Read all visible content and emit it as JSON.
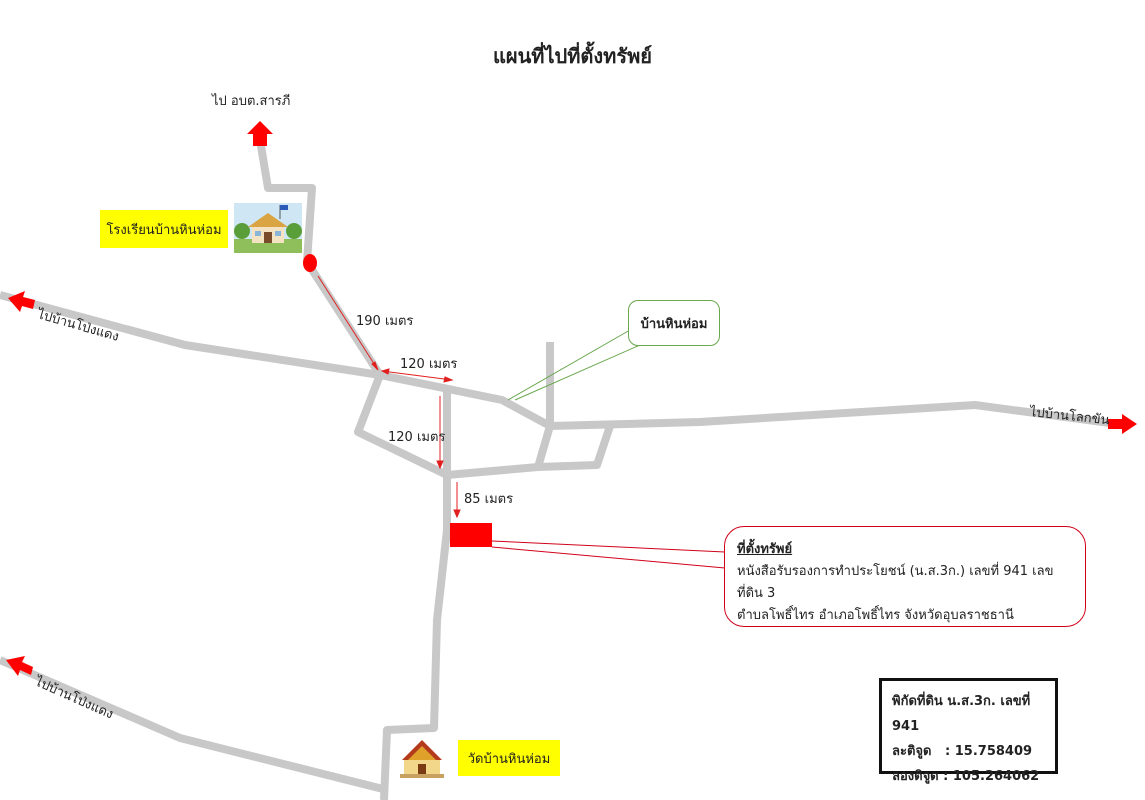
{
  "title": "แผนที่ไปที่ตั้งทรัพย์",
  "road_labels": {
    "to_aobt": "ไป อบต.สารภี",
    "to_pongdaeng_top": "ไปบ้านโป่งแดง",
    "to_pongdaeng_bottom": "ไปบ้านโป่งแดง",
    "to_loksan": "ไปบ้านโลกขัน"
  },
  "school": {
    "label": "โรงเรียนบ้านหินห่อม",
    "icon": "school-building-icon"
  },
  "temple": {
    "label": "วัดบ้านหินห่อม",
    "icon": "temple-icon"
  },
  "village": {
    "label": "บ้านหินห่อม"
  },
  "distances": {
    "school_to_junction": "190 เมตร",
    "east_segment": "120 เมตร",
    "south_segment": "120 เมตร",
    "to_property": "85 เมตร"
  },
  "property": {
    "heading": "ที่ตั้งทรัพย์",
    "line1": "หนังสือรับรองการทำประโยชน์ (น.ส.3ก.) เลขที่ 941 เลขที่ดิน 3",
    "line2": "ตำบลโพธิ์ไทร อำเภอโพธิ์ไทร จังหวัดอุบลราชธานี"
  },
  "coordinates": {
    "header": "พิกัดที่ดิน น.ส.3ก. เลขที่ 941",
    "lat": "ละติจูด   : 15.758409",
    "lng": "ลองติจูด : 105.264062"
  },
  "colors": {
    "road": "#c8c8c8",
    "arrow": "#ff0000",
    "measure": "#e02020",
    "highlight": "#ffff00",
    "village_border": "#6aa84f",
    "property_border": "#d0021b"
  }
}
